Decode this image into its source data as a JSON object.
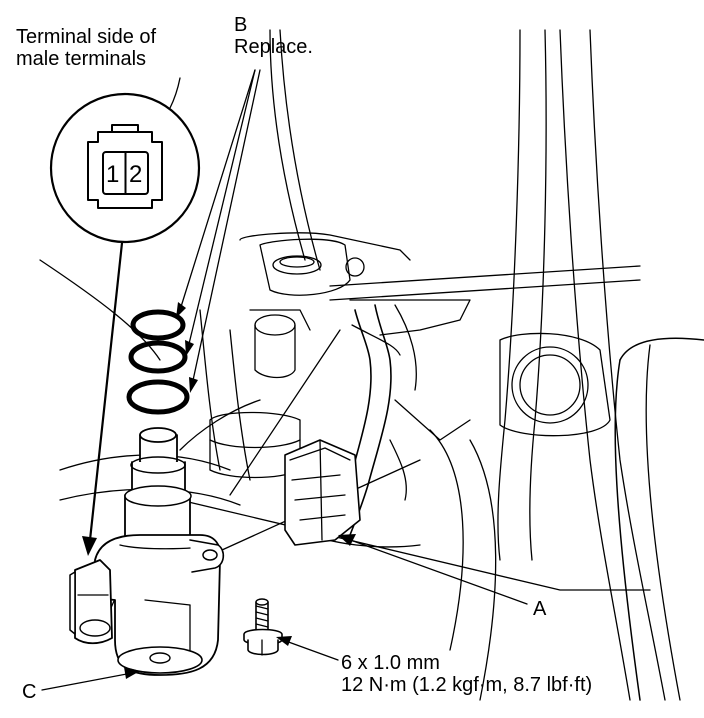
{
  "callouts": {
    "terminal": {
      "line1": "Terminal side of",
      "line2": "male terminals"
    },
    "b": {
      "letter": "B",
      "text": "Replace."
    },
    "a": {
      "letter": "A"
    },
    "c": {
      "letter": "C"
    },
    "bolt": {
      "size": "6 x 1.0 mm",
      "torque": "12 N·m (1.2 kgf·m, 8.7 lbf·ft)"
    }
  },
  "connector": {
    "pin1": "1",
    "pin2": "2"
  },
  "colors": {
    "line": "#000000",
    "background": "#ffffff"
  }
}
